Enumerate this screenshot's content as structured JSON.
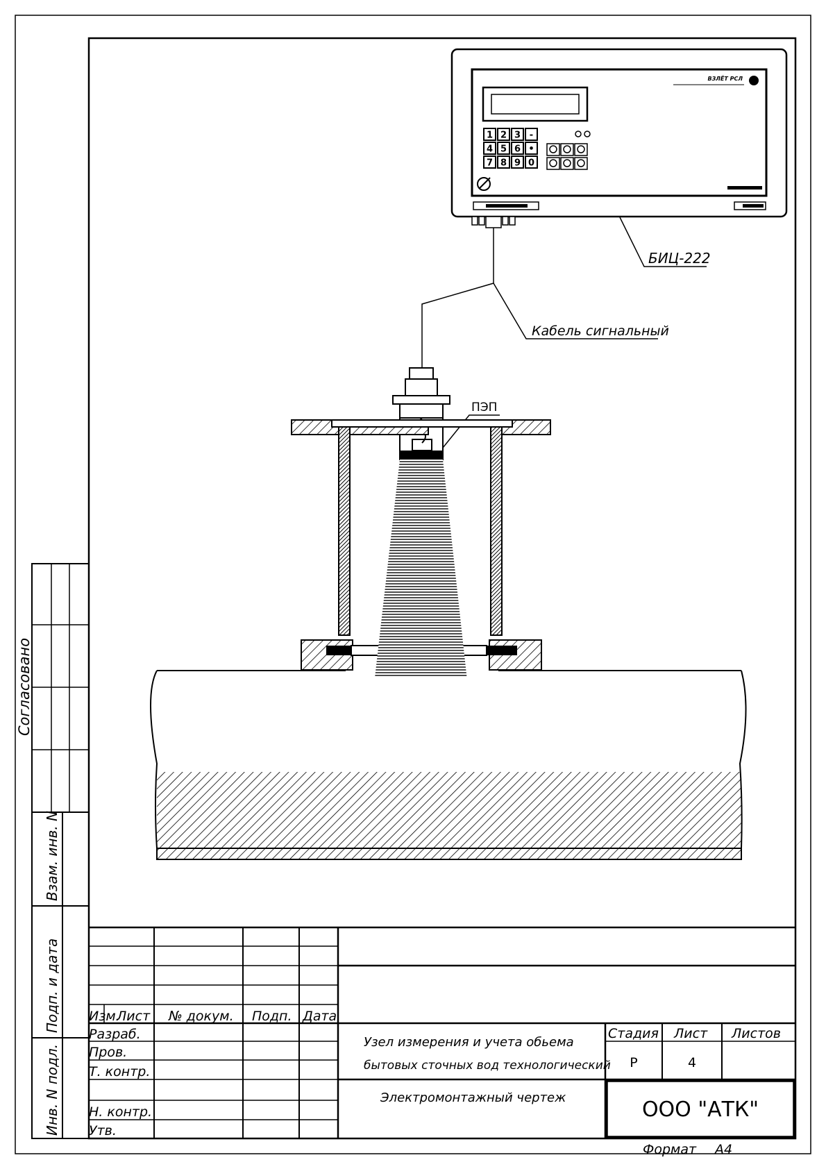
{
  "side_panel": {
    "agreed": "Согласовано",
    "swap_inv": "Взам. инв. N",
    "sign_date": "Подп. и дата",
    "inv_orig": "Инв. N подл."
  },
  "drawing": {
    "device_label": "БИЦ-222",
    "cable_label": "Кабель сигнальный",
    "sensor_label": "ПЭП",
    "keypad": [
      "1",
      "2",
      "3",
      "-",
      "4",
      "5",
      "6",
      "•",
      "7",
      "8",
      "9",
      "0"
    ]
  },
  "title_block": {
    "col_headers": [
      "Изм.",
      "Лист",
      "№ докум.",
      "Подп.",
      "Дата"
    ],
    "roles": [
      "Разраб.",
      "Пров.",
      "Т. контр.",
      "",
      "Н. контр.",
      "Утв."
    ],
    "title_line1": "Узел измерения и учета обьема",
    "title_line2": "бытовых сточных вод технологический",
    "doc_type": "Электромонтажный чертеж",
    "stage_header": "Стадия",
    "sheet_header": "Лист",
    "sheets_header": "Листов",
    "stage_value": "Р",
    "sheet_value": "4",
    "sheets_value": "",
    "company": "ООО \"АТК\"",
    "format_label": "Формат",
    "format_value": "А4"
  }
}
